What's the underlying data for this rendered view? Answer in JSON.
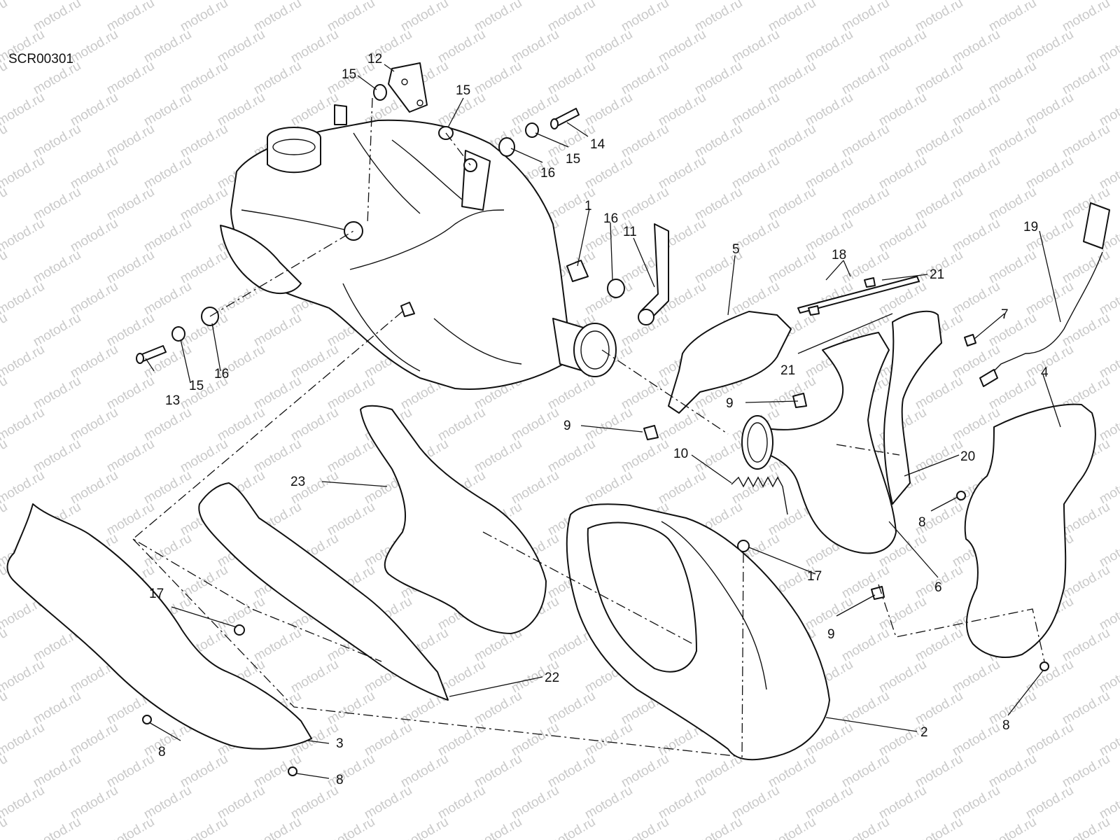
{
  "diagram_code": "SCR00301",
  "watermark_text": "motod.ru",
  "callouts": [
    {
      "id": "c1",
      "label": "1"
    },
    {
      "id": "c2",
      "label": "2"
    },
    {
      "id": "c3",
      "label": "3"
    },
    {
      "id": "c4",
      "label": "4"
    },
    {
      "id": "c5",
      "label": "5"
    },
    {
      "id": "c6",
      "label": "6"
    },
    {
      "id": "c7",
      "label": "7"
    },
    {
      "id": "c8a",
      "label": "8"
    },
    {
      "id": "c8b",
      "label": "8"
    },
    {
      "id": "c8c",
      "label": "8"
    },
    {
      "id": "c8d",
      "label": "8"
    },
    {
      "id": "c9a",
      "label": "9"
    },
    {
      "id": "c9b",
      "label": "9"
    },
    {
      "id": "c9c",
      "label": "9"
    },
    {
      "id": "c10",
      "label": "10"
    },
    {
      "id": "c11",
      "label": "11"
    },
    {
      "id": "c12",
      "label": "12"
    },
    {
      "id": "c13",
      "label": "13"
    },
    {
      "id": "c14",
      "label": "14"
    },
    {
      "id": "c15a",
      "label": "15"
    },
    {
      "id": "c15b",
      "label": "15"
    },
    {
      "id": "c15c",
      "label": "15"
    },
    {
      "id": "c15d",
      "label": "15"
    },
    {
      "id": "c16a",
      "label": "16"
    },
    {
      "id": "c16b",
      "label": "16"
    },
    {
      "id": "c16c",
      "label": "16"
    },
    {
      "id": "c17a",
      "label": "17"
    },
    {
      "id": "c17b",
      "label": "17"
    },
    {
      "id": "c18",
      "label": "18"
    },
    {
      "id": "c19",
      "label": "19"
    },
    {
      "id": "c20",
      "label": "20"
    },
    {
      "id": "c21a",
      "label": "21"
    },
    {
      "id": "c21b",
      "label": "21"
    },
    {
      "id": "c22",
      "label": "22"
    },
    {
      "id": "c23",
      "label": "23"
    }
  ]
}
